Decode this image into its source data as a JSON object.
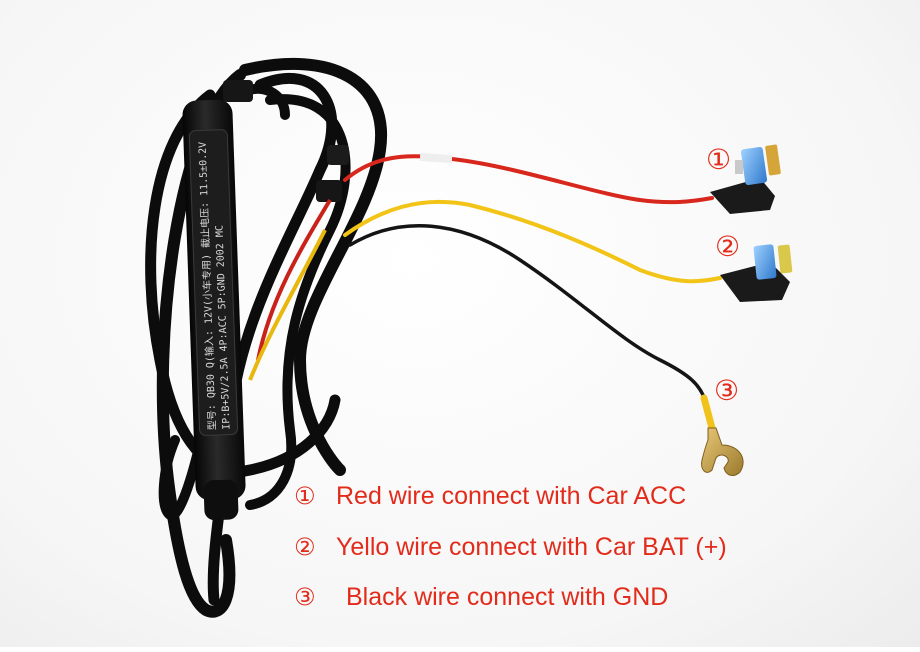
{
  "photo": {
    "subject_icon": "wire-harness-photo",
    "colors": {
      "red_wire": "#d8271d",
      "yellow_wire": "#f2c417",
      "black_wire": "#141414",
      "fuse_blue": "#3b8fe0",
      "text_red": "#e22b1a"
    },
    "module_label_line1": "型号: QB30 Q(输入: 12V(小车专用) 截止电压: 11.5±0.2V",
    "module_label_line2": "IP:B+5V/2.5A 4P:ACC 5P:GND 2002 MC"
  },
  "markers": {
    "m1": "①",
    "m2": "②",
    "m3": "③"
  },
  "legend": {
    "line1": {
      "num": "①",
      "text": "Red wire connect with Car ACC"
    },
    "line2": {
      "num": "②",
      "text": "Yello wire connect with Car BAT (+)"
    },
    "line3": {
      "num": "③",
      "text": "Black wire connect with GND"
    }
  }
}
